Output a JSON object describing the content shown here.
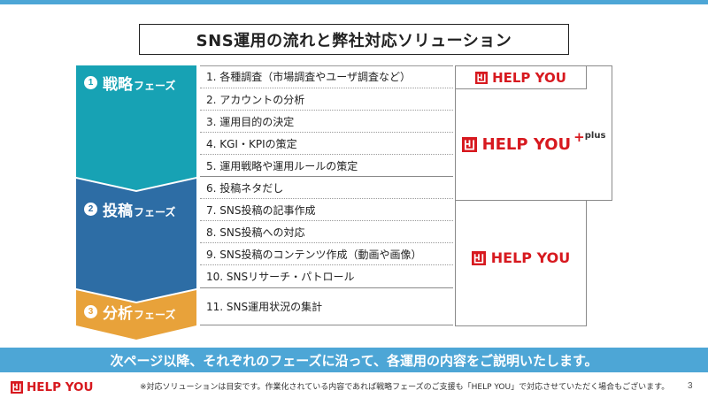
{
  "slide": {
    "title": "SNS運用の流れと弊社対応ソリューション",
    "page_number": "3"
  },
  "phases": [
    {
      "number": "1",
      "name_main": "戦略",
      "name_suffix": "フェーズ",
      "color": "#17A2B4"
    },
    {
      "number": "2",
      "name_main": "投稿",
      "name_suffix": "フェーズ",
      "color": "#2D6DA5"
    },
    {
      "number": "3",
      "name_main": "分析",
      "name_suffix": "フェーズ",
      "color": "#E8A23A"
    }
  ],
  "tasks": [
    "1. 各種調査（市場調査やユーザ調査など）",
    "2. アカウントの分析",
    "3. 運用目的の決定",
    "4. KGI・KPIの策定",
    "5. 運用戦略や運用ルールの策定",
    "6. 投稿ネタだし",
    "7. SNS投稿の記事作成",
    "8. SNS投稿への対応",
    "9. SNS投稿のコンテンツ作成（動画や画像）",
    "10. SNSリサーチ・パトロール",
    "11. SNS運用状況の集計"
  ],
  "solutions": {
    "research": {
      "brand": "HELP YOU"
    },
    "plus": {
      "brand": "HELP YOU",
      "plus_sign": "+",
      "plus_label": "plus"
    },
    "operations": {
      "brand": "HELP YOU"
    }
  },
  "banner": {
    "text": "次ページ以降、それぞれのフェーズに沿って、各運用の内容をご説明いたします。"
  },
  "footer": {
    "brand": "HELP YOU",
    "note": "※対応ソリューションは目安です。作業化されている内容であれば戦略フェーズのご支援も「HELP YOU」で対応させていただく場合もございます。"
  },
  "icons": {
    "brand_logo": "help-you-logo-icon"
  },
  "colors": {
    "brand_red": "#D7191F",
    "accent_blue": "#4DA6D6",
    "text": "#222222"
  }
}
